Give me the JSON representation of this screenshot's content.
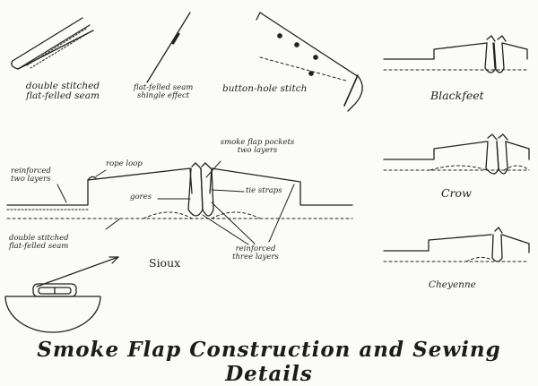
{
  "labels": {
    "double_stitched_top_1": "double stitched",
    "double_stitched_top_2": "flat-felled seam",
    "flat_felled_1": "flat-felled seam",
    "flat_felled_2": "shingle effect",
    "button_hole": "button-hole stitch",
    "blackfeet": "Blackfeet",
    "smoke_flap_1": "smoke flap pockets",
    "smoke_flap_2": "two layers",
    "rope_loop": "rope loop",
    "reinforced_two_1": "reinforced",
    "reinforced_two_2": "two layers",
    "gores": "gores",
    "tie_straps": "tie straps",
    "crow": "Crow",
    "double_stitched_bottom_1": "double stitched",
    "double_stitched_bottom_2": "flat-felled seam",
    "reinforced_three_1": "reinforced",
    "reinforced_three_2": "three layers",
    "sioux": "Sioux",
    "cheyenne": "Cheyenne"
  },
  "caption": "Smoke Flap Construction and Sewing Details"
}
